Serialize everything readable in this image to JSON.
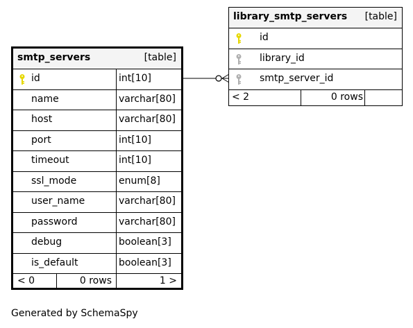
{
  "tables": [
    {
      "name": "smtp_servers",
      "kind": "[table]",
      "columns": [
        {
          "name": "id",
          "type": "int[10]",
          "key": "primary"
        },
        {
          "name": "name",
          "type": "varchar[80]",
          "key": ""
        },
        {
          "name": "host",
          "type": "varchar[80]",
          "key": ""
        },
        {
          "name": "port",
          "type": "int[10]",
          "key": ""
        },
        {
          "name": "timeout",
          "type": "int[10]",
          "key": ""
        },
        {
          "name": "ssl_mode",
          "type": "enum[8]",
          "key": ""
        },
        {
          "name": "user_name",
          "type": "varchar[80]",
          "key": ""
        },
        {
          "name": "password",
          "type": "varchar[80]",
          "key": ""
        },
        {
          "name": "debug",
          "type": "boolean[3]",
          "key": ""
        },
        {
          "name": "is_default",
          "type": "boolean[3]",
          "key": ""
        }
      ],
      "footer": {
        "parents": "< 0",
        "rows": "0 rows",
        "children": "1 >"
      }
    },
    {
      "name": "library_smtp_servers",
      "kind": "[table]",
      "columns": [
        {
          "name": "id",
          "type": "",
          "key": "primary"
        },
        {
          "name": "library_id",
          "type": "",
          "key": "foreign"
        },
        {
          "name": "smtp_server_id",
          "type": "",
          "key": "foreign"
        }
      ],
      "footer": {
        "parents": "< 2",
        "rows": "0 rows",
        "children": ""
      }
    }
  ],
  "relationship": {
    "from": "smtp_servers.id",
    "to": "library_smtp_servers.smtp_server_id",
    "cardinality": "one-to-zero-or-many"
  },
  "colors": {
    "primary_key": "#e6d800",
    "foreign_key": "#b0b0b0",
    "header_bg": "#f4f4f4"
  },
  "caption": "Generated by SchemaSpy"
}
